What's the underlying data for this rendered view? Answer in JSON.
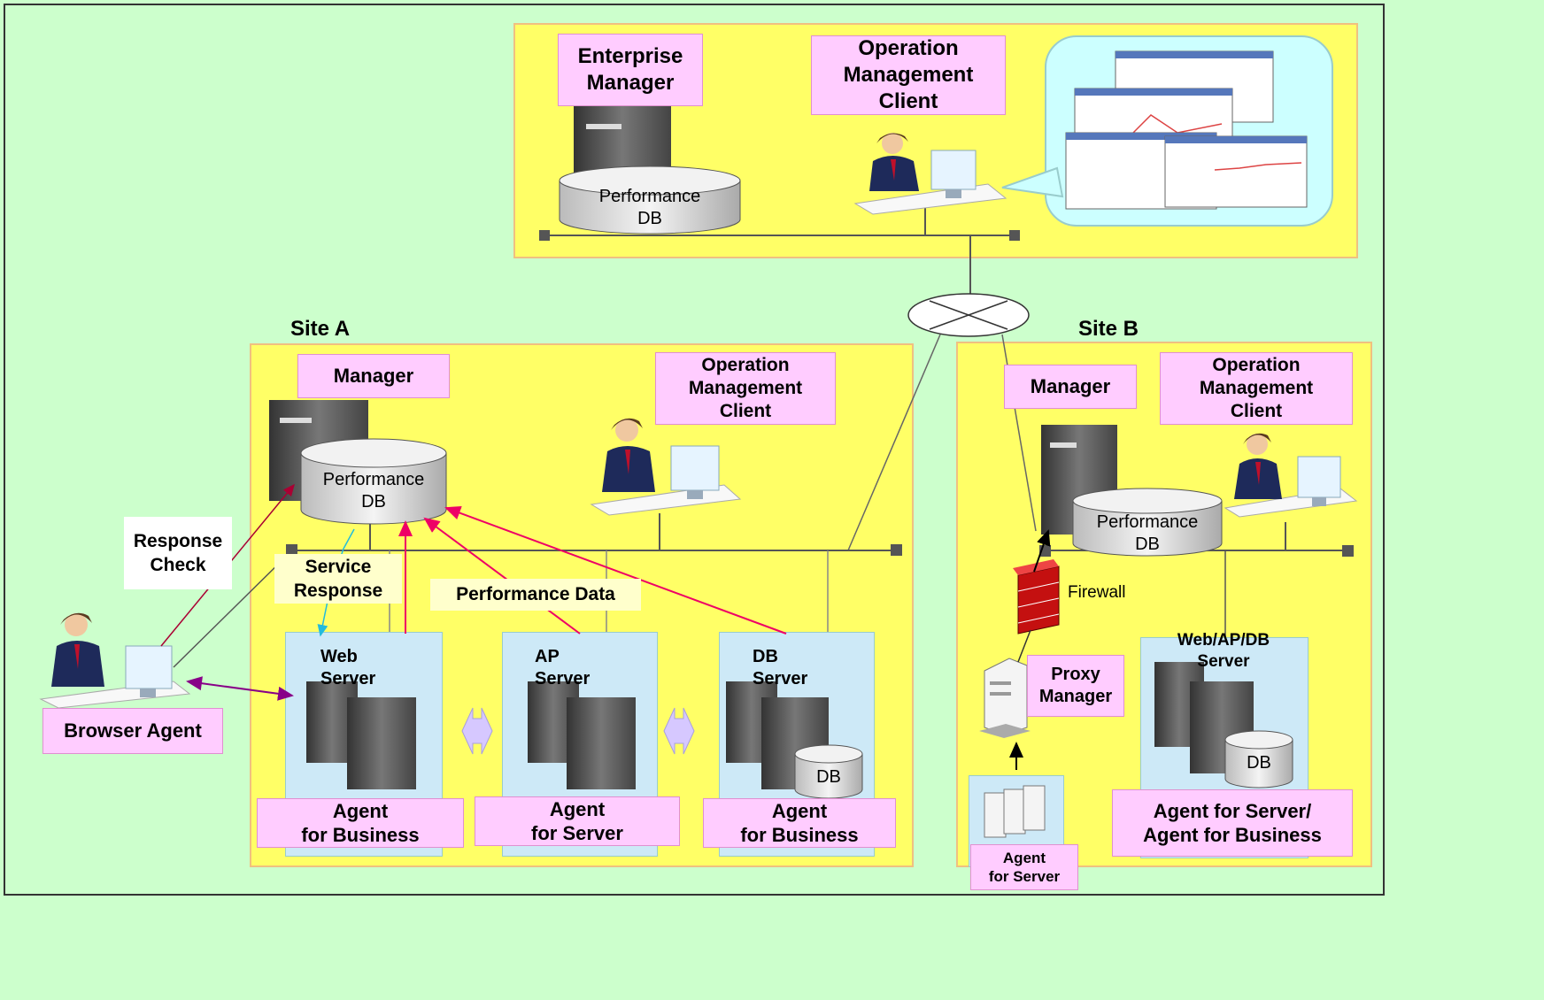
{
  "top": {
    "enterprise_manager": "Enterprise\nManager",
    "op_client": "Operation\nManagement\nClient",
    "performance_db": "Performance\nDB"
  },
  "site_a": {
    "title": "Site A",
    "manager": "Manager",
    "op_client": "Operation\nManagement\nClient",
    "performance_db": "Performance\nDB",
    "response_check": "Response\nCheck",
    "service_response": "Service\nResponse",
    "performance_data": "Performance Data",
    "web_server": "Web\nServer",
    "ap_server": "AP\nServer",
    "db_server": "DB\nServer",
    "db": "DB",
    "agent_business_1": "Agent\nfor Business",
    "agent_server": "Agent\nfor Server",
    "agent_business_2": "Agent\nfor Business",
    "browser_agent": "Browser Agent"
  },
  "site_b": {
    "title": "Site B",
    "manager": "Manager",
    "op_client": "Operation\nManagement\nClient",
    "performance_db": "Performance\nDB",
    "firewall": "Firewall",
    "proxy_manager": "Proxy\nManager",
    "web_ap_db_server": "Web/AP/DB\nServer",
    "db": "DB",
    "agent_server_business": "Agent for Server/\nAgent for Business",
    "agent_for_server": "Agent\nfor Server"
  },
  "colors": {
    "background": "#ccffcc",
    "zone": "#ffff66",
    "label": "#ffccff",
    "server_box": "#cde9f7",
    "data_arrow": "#ee0066",
    "service_arrow": "#22bbdd",
    "browser_arrow": "#880088"
  }
}
